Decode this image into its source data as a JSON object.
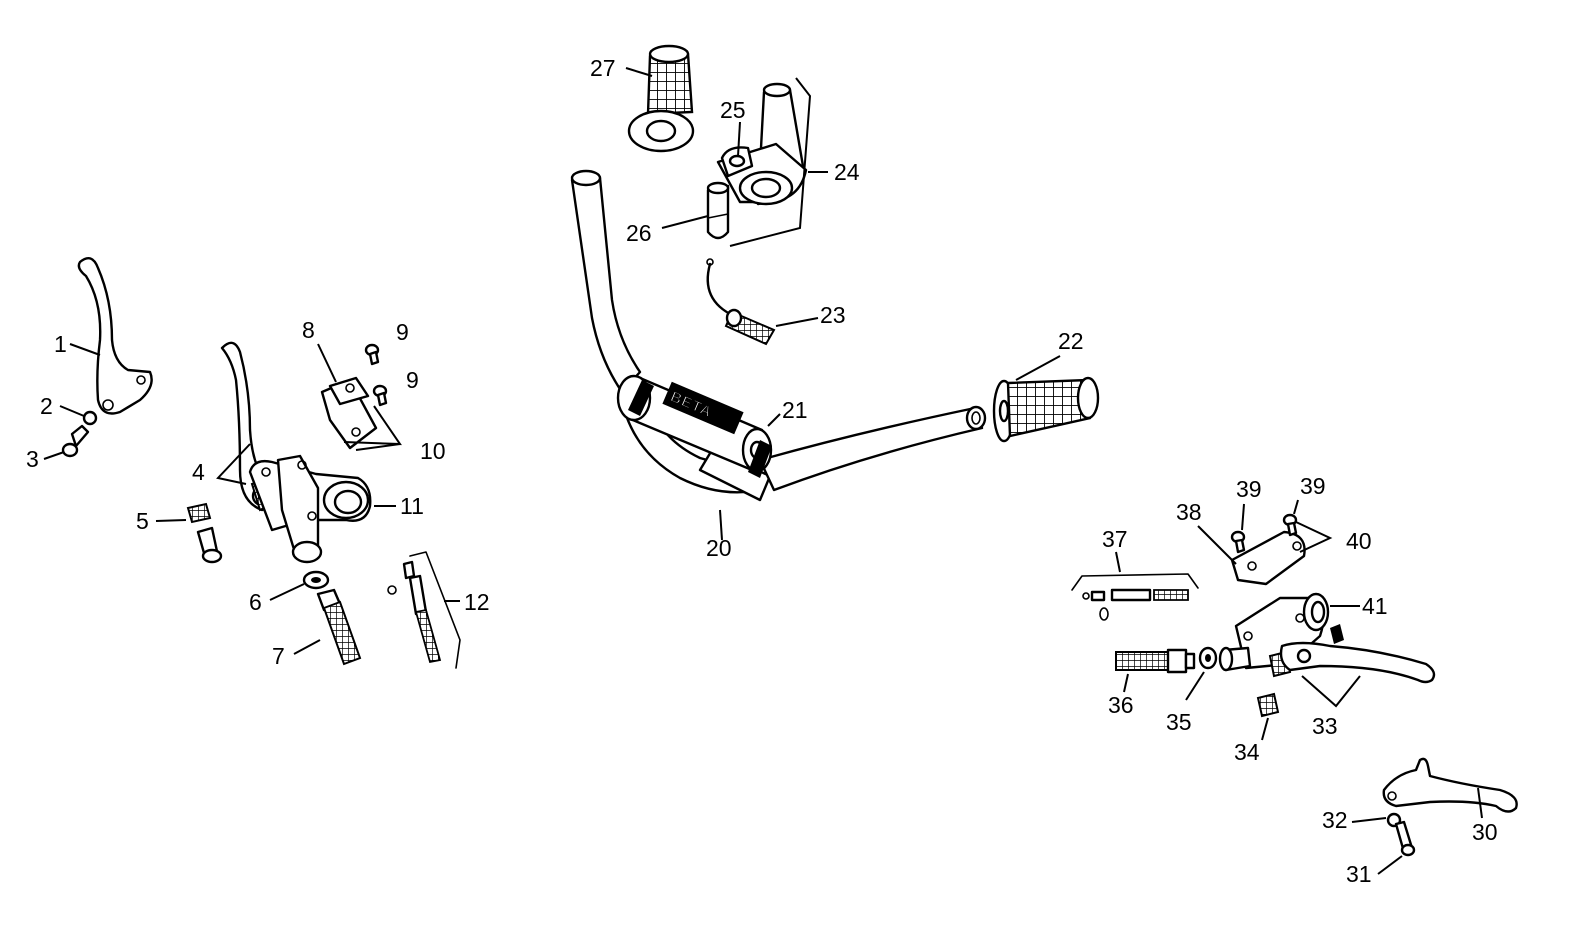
{
  "diagram": {
    "brand_mark": "BETA",
    "callouts": [
      "1",
      "2",
      "3",
      "4",
      "5",
      "6",
      "7",
      "8",
      "9",
      "9",
      "10",
      "11",
      "12",
      "20",
      "21",
      "22",
      "23",
      "24",
      "25",
      "26",
      "27",
      "30",
      "31",
      "32",
      "33",
      "34",
      "35",
      "36",
      "37",
      "38",
      "39",
      "39",
      "40",
      "41"
    ]
  }
}
